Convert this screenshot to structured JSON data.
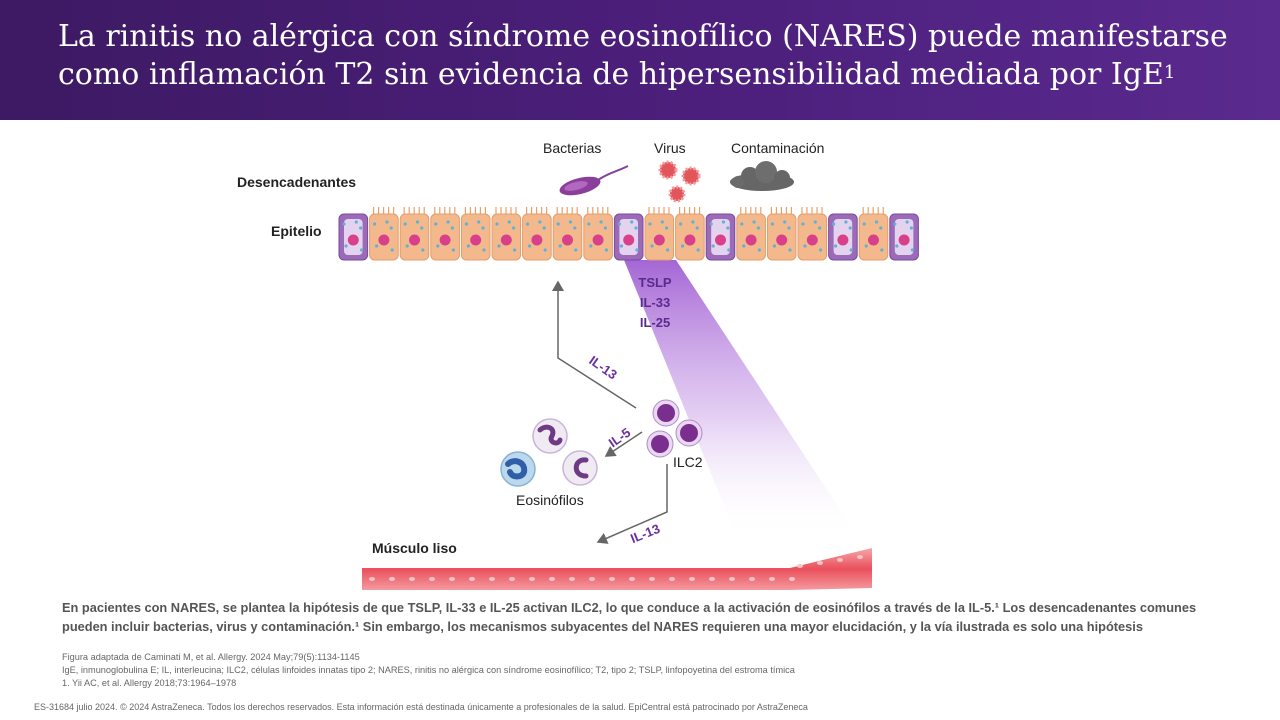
{
  "title_main": "La rinitis no alérgica con síndrome eosinofílico (NARES) puede manifestarse como inflamación T2 sin evidencia de hipersensibilidad mediada por IgE",
  "title_sup": "1",
  "diagram": {
    "label_desencadenantes": "Desencadenantes",
    "label_epitelio": "Epitelio",
    "label_bacterias": "Bacterias",
    "label_virus": "Virus",
    "label_contaminacion": "Contaminación",
    "cytokine_tslp": "TSLP",
    "cytokine_il33": "IL-33",
    "cytokine_il25": "IL-25",
    "label_il13_top": "IL-13",
    "label_il5": "IL-5",
    "label_il13_bottom": "IL-13",
    "label_ilc2": "ILC2",
    "label_eosinofilos": "Eosinófilos",
    "label_musculo": "Músculo liso"
  },
  "caption": "En pacientes con NARES, se plantea la hipótesis de que TSLP, IL-33 e IL-25 activan ILC2, lo que conduce a la activación de eosinófilos a través de la IL-5.¹ Los desencadenantes comunes pueden incluir bacterias, virus y contaminación.¹ Sin embargo, los mecanismos subyacentes del NARES requieren una mayor elucidación, y la vía ilustrada es solo una hipótesis",
  "fine_print": {
    "figure_source": "Figura adaptada de Caminati M, et al. Allergy. 2024 May;79(5):1134-1145",
    "abbreviations": "IgE, inmunoglobulina E; IL, interleucina; ILC2, células linfoides innatas tipo 2; NARES, rinitis no alérgica con síndrome eosinofílico; T2, tipo 2; TSLP, linfopoyetina del estroma tímica",
    "reference": "1. Yii AC, et al. Allergy 2018;73:1964–1978"
  },
  "footer": "ES-31684 julio 2024. © 2024 AstraZeneca. Todos los derechos reservados. Esta información está destinada únicamente a profesionales de la salud. EpiCentral está patrocinado por AstraZeneca",
  "colors": {
    "header_bg": "#4c1f7c",
    "cell_orange": "#f3b98d",
    "cell_purple": "#9b6ab8",
    "nucleus": "#d8408a",
    "muscle": "#e8505b",
    "cytokine_text": "#5a2a8e"
  },
  "icons": [
    "bacterium-icon",
    "virus-icon",
    "pollution-cloud-icon",
    "ilc2-cell-icon",
    "eosinophil-icon"
  ]
}
